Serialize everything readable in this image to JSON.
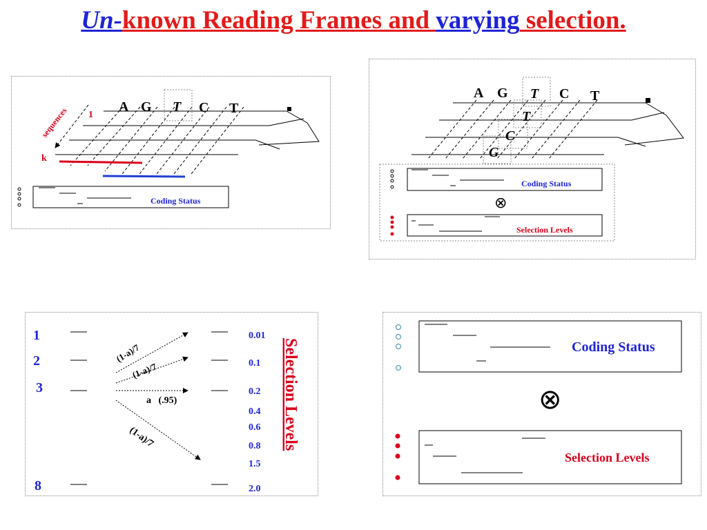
{
  "title": {
    "part1": "Un-",
    "part2": "known Reading Frames and ",
    "part3": "varying",
    "part4": " selection."
  },
  "panel1": {
    "bases": [
      "A",
      "G",
      "T",
      "C",
      "T"
    ],
    "axis_label": "sequences",
    "first_index": "1",
    "last_index": "k",
    "coding_status": "Coding Status"
  },
  "panel2": {
    "bases": [
      "A",
      "G",
      "T",
      "C",
      "T"
    ],
    "shifted_bases": [
      "T",
      "C",
      "G"
    ],
    "coding_status": "Coding Status",
    "selection_levels": "Selection Levels",
    "operator": "⊗"
  },
  "panel3": {
    "states": [
      "1",
      "2",
      "3",
      "8"
    ],
    "arrow_labels": [
      "(1-a)/7",
      "(1-a)/7",
      "a   (.95)",
      "(1-a)/7"
    ],
    "levels": [
      "0.01",
      "0.1",
      "0.2",
      "0.4",
      "0.6",
      "0.8",
      "1.5",
      "2.0"
    ],
    "vertical_label": "Selection Levels"
  },
  "panel4": {
    "coding_status": "Coding Status",
    "selection_levels": "Selection Levels",
    "operator": "⊗"
  },
  "colors": {
    "title_red": "#e31a1a",
    "title_blue": "#1f24d6",
    "state_blue": "#1f24d6",
    "level_red": "#d9001b",
    "line_red": "#d9001b",
    "line_blue": "#1f3fd6"
  }
}
